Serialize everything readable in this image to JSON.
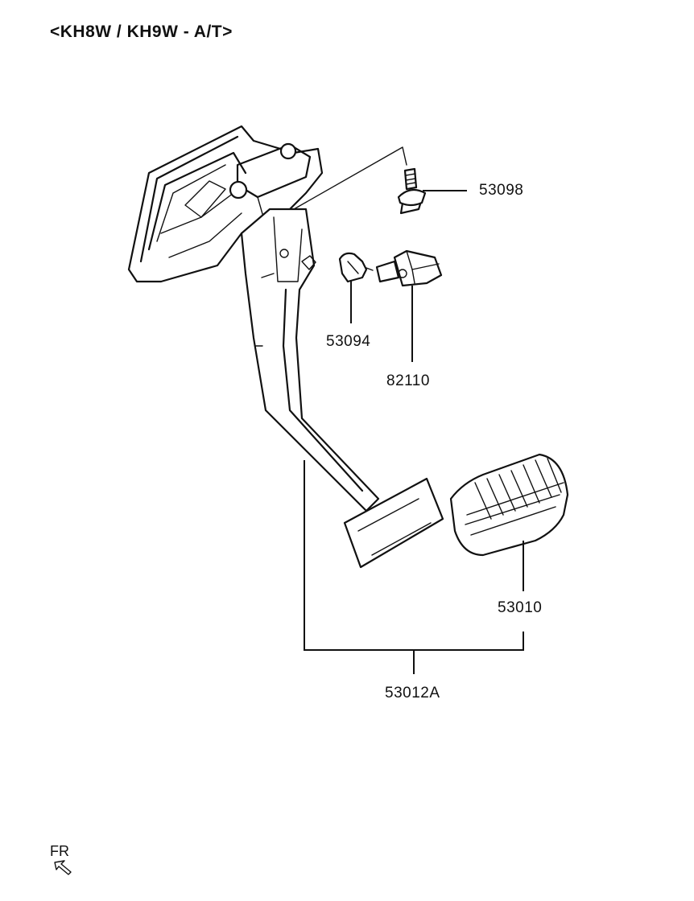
{
  "title": "<KH8W / KH9W - A/T>",
  "parts": {
    "bolt": "53098",
    "clip": "53094",
    "stop_lamp_switch": "82110",
    "pedal_pad": "53010",
    "pedal_assembly": "53012A"
  },
  "orientation": {
    "label": "FR",
    "icon": "front-arrow-icon"
  }
}
